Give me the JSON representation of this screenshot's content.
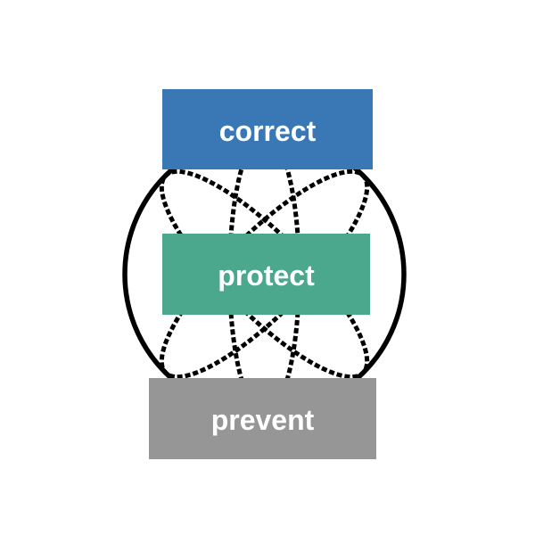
{
  "diagram": {
    "background": "#ffffff",
    "outline_color": "#000000",
    "dotted_line_color": "#000000",
    "label_color": "#ffffff",
    "nodes": [
      {
        "label": "correct",
        "color": "#3a78b5"
      },
      {
        "label": "protect",
        "color": "#4ba88c"
      },
      {
        "label": "prevent",
        "color": "#969696"
      }
    ]
  }
}
